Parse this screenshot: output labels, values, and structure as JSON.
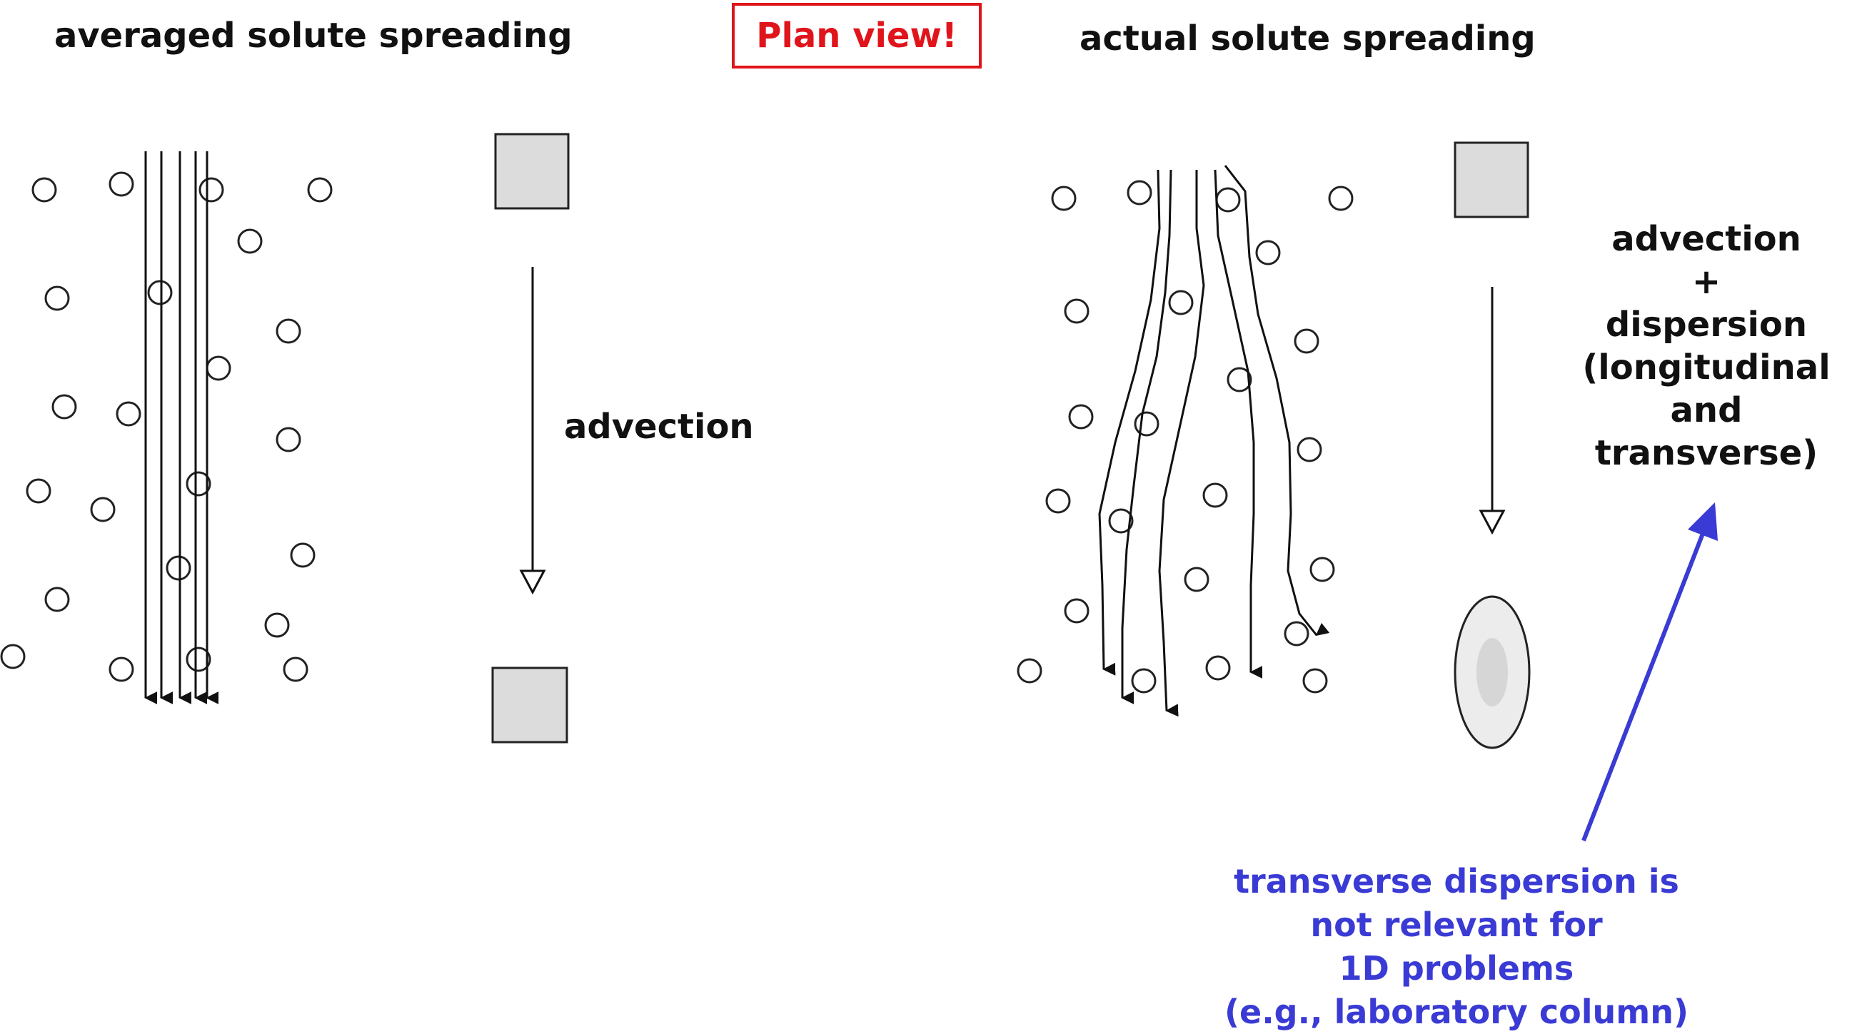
{
  "titles": {
    "left": "averaged solute spreading",
    "plan": "Plan view!",
    "right": "actual solute spreading"
  },
  "labels": {
    "advection_left": "advection",
    "advection_right": [
      "advection",
      "+",
      "dispersion",
      "(longitudinal",
      "and",
      "transverse)"
    ],
    "note": [
      "transverse dispersion is",
      "not relevant for",
      "1D problems",
      "(e.g., laboratory column)"
    ]
  },
  "colors": {
    "plan_red": "#e0141b",
    "note_blue": "#3a3ad4",
    "box_fill": "#dcdcdc"
  }
}
